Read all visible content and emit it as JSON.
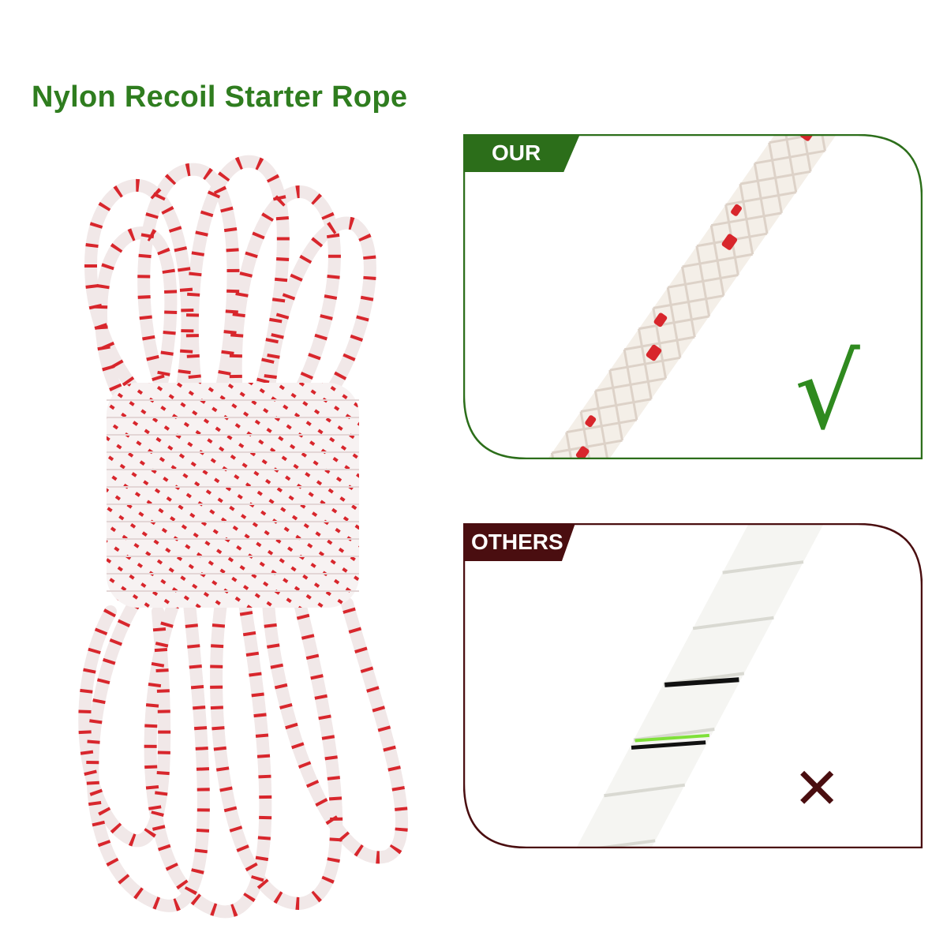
{
  "title": "Nylon Recoil Starter Rope",
  "our_panel": {
    "label": "OUR",
    "border_color": "#2c6e1a",
    "mark": "√",
    "mark_color": "#2f8a1f",
    "mark_icon": "checkmark-icon"
  },
  "others_panel": {
    "label": "OTHERS",
    "border_color": "#4a0e10",
    "mark": "✕",
    "mark_color": "#4a0e10",
    "mark_icon": "cross-icon"
  },
  "colors": {
    "title": "#2f7d1f",
    "rope_white": "#f7f2f2",
    "rope_red": "#d8262c",
    "twisted_rope_accent_green": "#7fe03a",
    "twisted_rope_accent_black": "#111111"
  }
}
